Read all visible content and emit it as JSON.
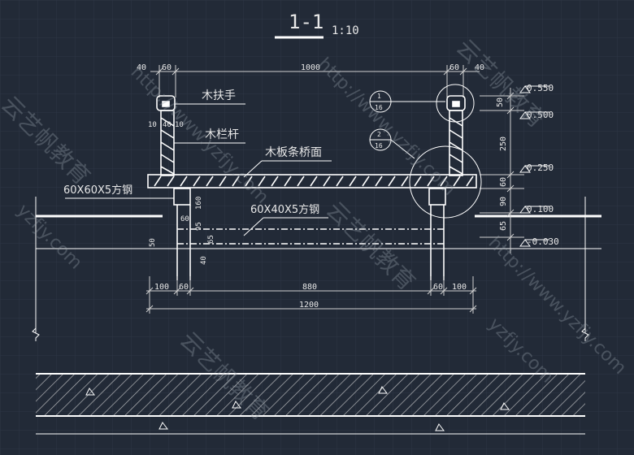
{
  "section": {
    "title": "1-1",
    "scale": "1:10"
  },
  "dimensions": {
    "top_40_left": "40",
    "top_60_left": "60",
    "top_1000": "1000",
    "top_60_right": "60",
    "top_40_right": "40",
    "left_10a": "10",
    "left_40": "40",
    "left_10b": "10",
    "v_160": "160",
    "v_60": "60",
    "v_95": "95",
    "v_65": "65",
    "v_50": "50",
    "v_40": "40",
    "b_100_left": "100",
    "b_60_left": "60",
    "b_880": "880",
    "b_60_right": "60",
    "b_100_right": "100",
    "b_1200": "1200",
    "r_50": "50",
    "r_250": "250",
    "r_60": "60",
    "r_90": "90",
    "r_65": "65"
  },
  "elevations": {
    "e1": "0.550",
    "e2": "0.500",
    "e3": "0.250",
    "e4": "0.100",
    "e5": "-0.030"
  },
  "labels": {
    "handrail": "木扶手",
    "baluster": "木栏杆",
    "deck": "木板条桥面",
    "steel_main": "60X60X5方钢",
    "steel_sec": "60X40X5方钢"
  },
  "details": [
    {
      "num": "1",
      "sheet": "16"
    },
    {
      "num": "2",
      "sheet": "16"
    }
  ],
  "watermark": {
    "url": "http://www.yzfjy.com",
    "brand": "云艺帆教育",
    "url_short": "yzfjy.com"
  }
}
